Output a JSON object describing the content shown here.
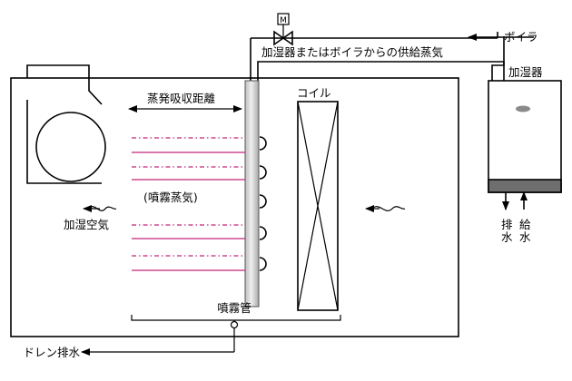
{
  "labels": {
    "boiler": "ボイラ",
    "supply_steam": "加湿器またはボイラからの供給蒸気",
    "humidifier": "加湿器",
    "evap_distance": "蒸発吸収距離",
    "coil": "コイル",
    "spray_steam": "(噴霧蒸気)",
    "humidified_air": "加湿空気",
    "spray_pipe": "噴霧管",
    "drain": "ドレン排水",
    "drain_right": "排水",
    "supply_water": "給水",
    "valve_motor": "M"
  },
  "colors": {
    "line": "#000000",
    "mist": "#c2267a",
    "pipe_fill": "#d9d9d9",
    "humidifier_base": "#6e6e6e",
    "indicator": "#8a8a8a"
  }
}
